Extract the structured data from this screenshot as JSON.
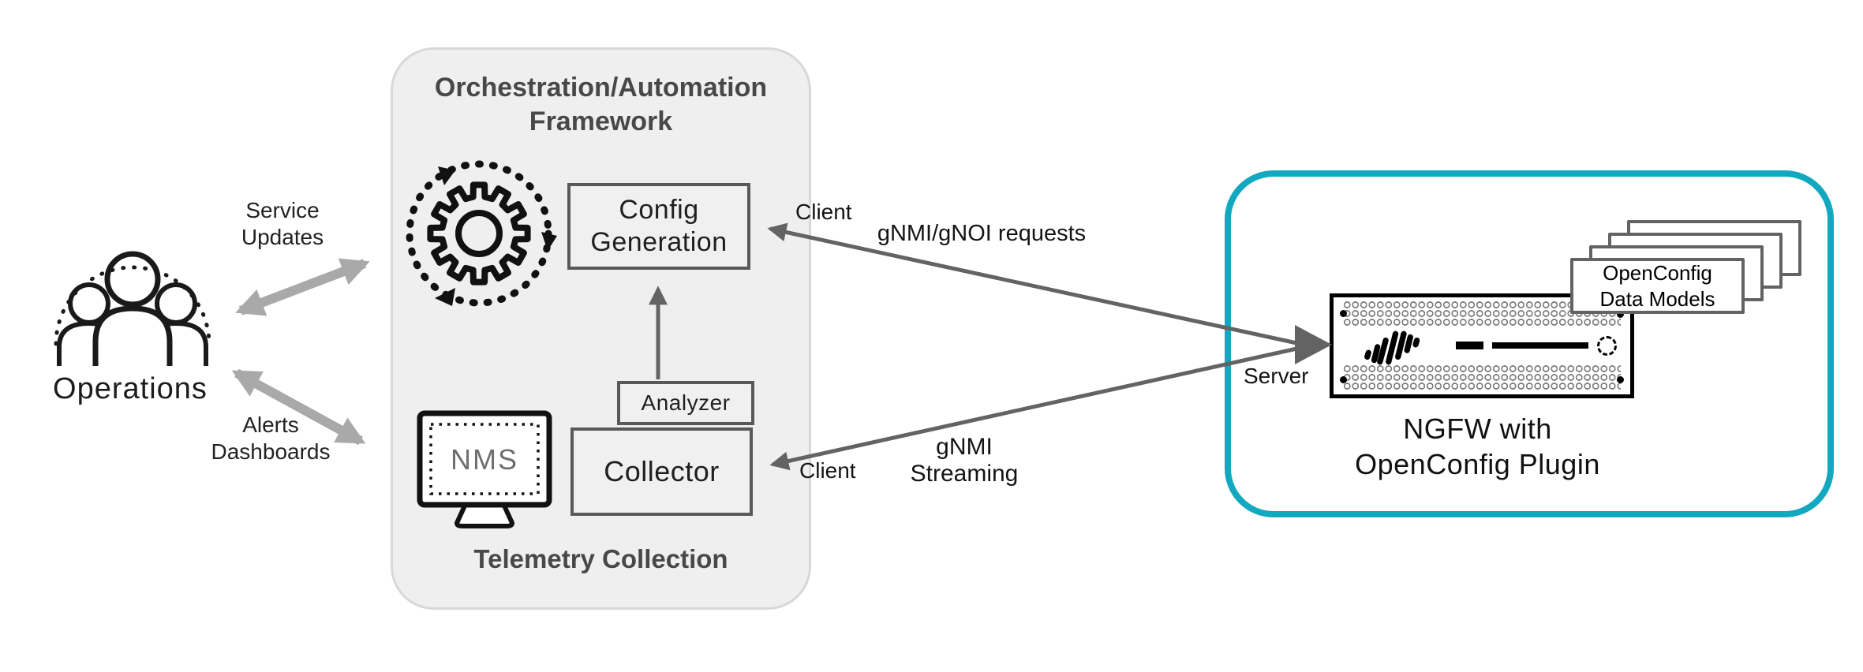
{
  "meta": {
    "type": "architecture-diagram"
  },
  "colors": {
    "accent_teal": "#12a8c0",
    "panel_gray": "#efeff0",
    "panel_border": "#d8d8d8",
    "dark_arrow": "#636363",
    "light_arrow": "#a9a9a9",
    "heading_text": "#484848",
    "body_text": "#1d1d1d"
  },
  "operations": {
    "label": "Operations",
    "icon": "people-group-icon"
  },
  "left_flows": {
    "service_updates_lines": [
      "Service",
      "Updates"
    ],
    "alerts_lines": [
      "Alerts",
      "Dashboards"
    ]
  },
  "framework": {
    "title_lines": [
      "Orchestration/Automation",
      "Framework"
    ],
    "footer": "Telemetry Collection",
    "gear_icon": "gear-automation-icon",
    "boxes": {
      "config_generation_lines": [
        "Config",
        "Generation"
      ],
      "analyzer": "Analyzer",
      "collector": "Collector"
    },
    "nms": {
      "icon": "nms-monitor-icon",
      "label": "NMS"
    }
  },
  "connections": {
    "client_top": "Client",
    "client_bottom": "Client",
    "server": "Server",
    "gnmi_requests": "gNMI/gNOI requests",
    "gnmi_streaming": "gNMI Streaming"
  },
  "ngfw": {
    "label_lines": [
      "NGFW with",
      "OpenConfig Plugin"
    ],
    "appliance_icon": "firewall-appliance-icon",
    "data_models_card_lines": [
      "OpenConfig",
      "Data Models"
    ],
    "stacked_card_count": 4
  }
}
